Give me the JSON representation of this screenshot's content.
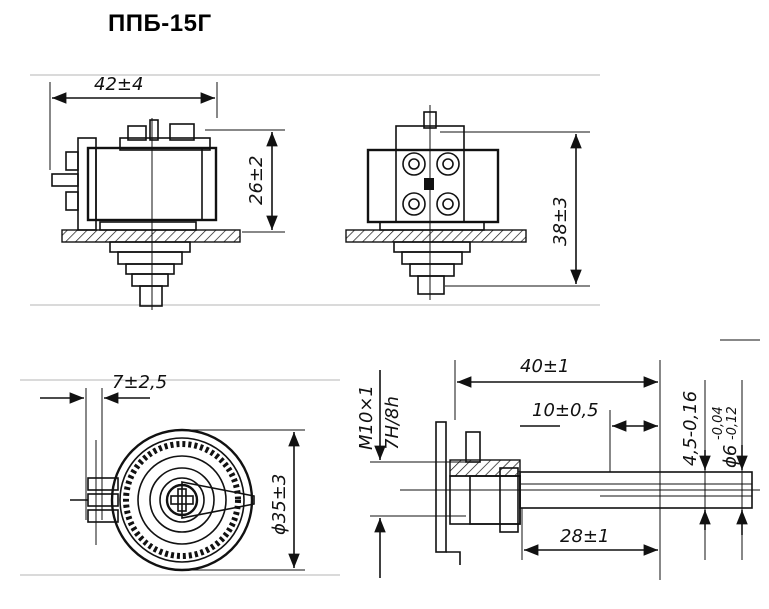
{
  "title": "ППБ-15Г",
  "dimensions": {
    "width_42": "42±4",
    "height_26": "26±2",
    "height_38": "38±3",
    "terminal_7": "7±2,5",
    "diameter_35": "ϕ35±3",
    "length_40": "40±1",
    "length_10": "10±0,5",
    "length_28": "28±1",
    "thread": "M10×1",
    "thread_fit": "7H/8h",
    "shaft_45": "4,5-0,16",
    "shaft_6": "ϕ6",
    "shaft_6_upper": "-0,04",
    "shaft_6_lower": "-0,12"
  },
  "colors": {
    "ink": "#111111",
    "paper": "#ffffff"
  }
}
